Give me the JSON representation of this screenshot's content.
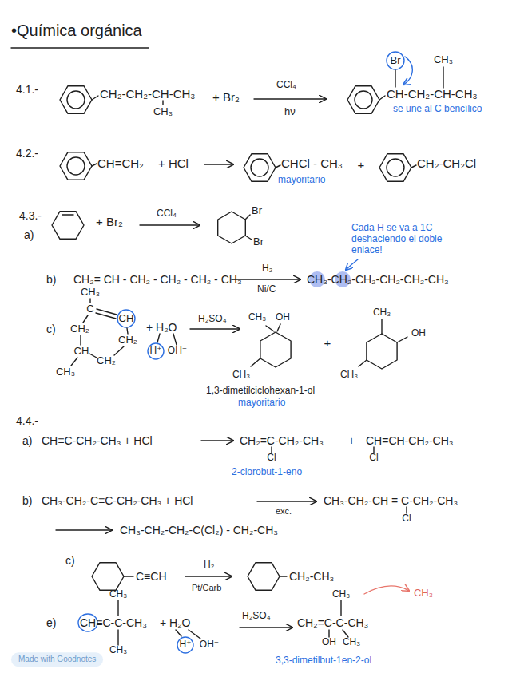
{
  "diagram": {
    "title": "•Química orgánica",
    "labels": [
      "4.1.-",
      "CH₂-CH₂-CH-CH₃",
      "CH₃",
      "+ Br₂",
      "CCl₄",
      "hν",
      "CH-CH₂-CH-CH₃",
      "Br",
      "CH₃",
      "se une al C bencílico",
      "4.2.-",
      "CH=CH₂",
      "+ HCl",
      "CHCl - CH₃",
      "mayoritario",
      "+",
      "CH₂-CH₂Cl",
      "4.3.-",
      "a)",
      "+ Br₂",
      "CCl₄",
      "Br",
      "Br",
      "Cada H se va a 1C deshaciendo el doble enlace!",
      "b)",
      "CH₂= CH - CH₂ - CH₂ - CH₂ - CH₃",
      "H₂",
      "Ni/C",
      "CH₃-CH₂-CH₂-CH₂-CH₂-CH₃",
      "c)",
      "CH₃",
      "C",
      "CH",
      "CH₂",
      "CH₂",
      "CH",
      "CH₂",
      "CH₃",
      "+ H₂O",
      "H⁺",
      "OH⁻",
      "H₂SO₄",
      "CH₃",
      "OH",
      "CH₃",
      "+",
      "CH₃",
      "OH",
      "CH₃",
      "1,3-dimetilciclohexan-1-ol",
      "mayoritario",
      "4.4.-",
      "a)",
      "CH≡C-CH₂-CH₃ + HCl",
      "CH₂=C-CH₂-CH₃",
      "Cl",
      "+",
      "CH=CH-CH₂-CH₃",
      "Cl",
      "2-clorobut-1-eno",
      "b)",
      "CH₃-CH₂-C≡C-CH₂-CH₃ + HCl",
      "exc.",
      "CH₃-CH₂-CH = C-CH₂-CH₃",
      "Cl",
      "CH₃-CH₂-CH₂-C(Cl₂) - CH₂-CH₃",
      "c)",
      "C≡CH",
      "H₂",
      "Pt/Carb",
      "CH₂-CH₃",
      "e)",
      "CH₃",
      "CH≡C-C-CH₃",
      "CH₃",
      "+ H₂O",
      "H⁺",
      "OH⁻",
      "H₂SO₄",
      "CH₂=C-C-CH₃",
      "CH₃",
      "OH",
      "CH₃",
      "CH₃",
      "3,3-dimetilbut-1en-2-ol",
      "Made with Goodnotes"
    ]
  }
}
